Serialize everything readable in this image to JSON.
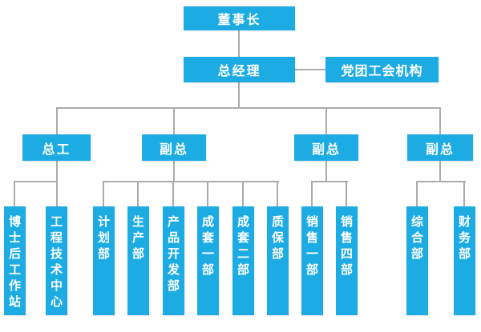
{
  "colors": {
    "box_blue": "#1cace3",
    "line_gray": "#ababab",
    "text_white": "#ffffff",
    "background": "#ffffff"
  },
  "chart_data": {
    "type": "org-chart",
    "root": "董事长",
    "levels": [
      [
        "董事长"
      ],
      [
        "总经理",
        "党团工会机构"
      ],
      [
        "总工",
        "副总",
        "副总",
        "副总"
      ],
      [
        "博士后工作站",
        "工程技术中心",
        "计划部",
        "生产部",
        "产品开发部",
        "成套一部",
        "成套二部",
        "质保部",
        "销售一部",
        "销售四部",
        "综合部",
        "财务部"
      ]
    ],
    "edges": [
      [
        "董事长",
        "总经理"
      ],
      [
        "总经理",
        "党团工会机构"
      ],
      [
        "总经理",
        "总工"
      ],
      [
        "总经理",
        "副总(1)"
      ],
      [
        "总经理",
        "副总(2)"
      ],
      [
        "总经理",
        "副总(3)"
      ],
      [
        "总工",
        "博士后工作站"
      ],
      [
        "总工",
        "工程技术中心"
      ],
      [
        "副总(1)",
        "计划部"
      ],
      [
        "副总(1)",
        "生产部"
      ],
      [
        "副总(1)",
        "产品开发部"
      ],
      [
        "副总(1)",
        "成套一部"
      ],
      [
        "副总(1)",
        "成套二部"
      ],
      [
        "副总(1)",
        "质保部"
      ],
      [
        "副总(2)",
        "销售一部"
      ],
      [
        "副总(2)",
        "销售四部"
      ],
      [
        "副总(3)",
        "综合部"
      ],
      [
        "副总(3)",
        "财务部"
      ]
    ]
  },
  "org": {
    "chairman": "董事长",
    "general_manager": "总经理",
    "party_org": "党团工会机构",
    "level3": [
      {
        "label": "总工"
      },
      {
        "label": "副总"
      },
      {
        "label": "副总"
      },
      {
        "label": "副总"
      }
    ],
    "departments": [
      {
        "label": "博士后工作站"
      },
      {
        "label": "工程技术中心"
      },
      {
        "label": "计划部"
      },
      {
        "label": "生产部"
      },
      {
        "label": "产品开发部"
      },
      {
        "label": "成套一部"
      },
      {
        "label": "成套二部"
      },
      {
        "label": "质保部"
      },
      {
        "label": "销售一部"
      },
      {
        "label": "销售四部"
      },
      {
        "label": "综合部"
      },
      {
        "label": "财务部"
      }
    ]
  }
}
